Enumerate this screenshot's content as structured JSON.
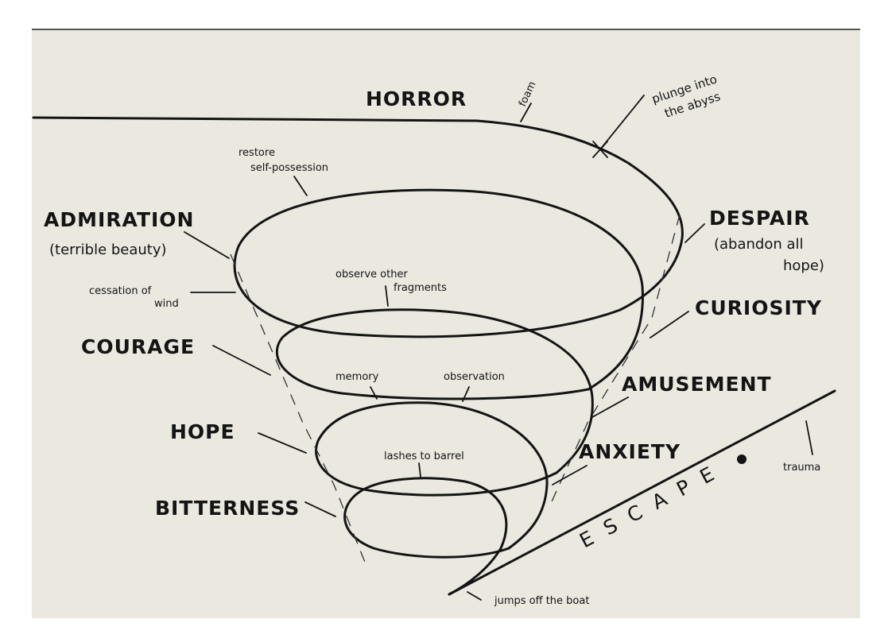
{
  "diagram": {
    "emotions": {
      "horror": "HORROR",
      "admiration": "ADMIRATION",
      "admiration_note": "(terrible beauty)",
      "despair": "DESPAIR",
      "despair_note_1": "(abandon all",
      "despair_note_2": "hope)",
      "curiosity": "CURIOSITY",
      "courage": "COURAGE",
      "amusement": "AMUSEMENT",
      "hope": "HOPE",
      "anxiety": "ANXIETY",
      "bitterness": "BITTERNESS",
      "escape": "ESCAPE"
    },
    "annotations": {
      "foam": "foam",
      "plunge_1": "plunge into",
      "plunge_2": "the abyss",
      "restore_1": "restore",
      "restore_2": "self-possession",
      "cessation_1": "cessation of",
      "cessation_2": "wind",
      "observe_1": "observe other",
      "observe_2": "fragments",
      "memory": "memory",
      "observation": "observation",
      "lashes": "lashes to barrel",
      "trauma": "trauma",
      "jumps": "jumps off the boat"
    }
  }
}
